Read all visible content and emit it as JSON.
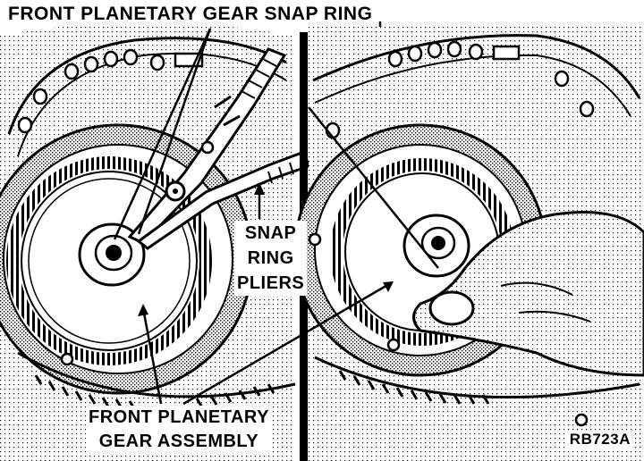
{
  "labels": {
    "title": "FRONT PLANETARY GEAR SNAP RING",
    "pliers_line1": "SNAP",
    "pliers_line2": "RING",
    "pliers_line3": "PLIERS",
    "assembly_line1": "FRONT PLANETARY",
    "assembly_line2": "GEAR ASSEMBLY",
    "figure_code": "RB723A"
  },
  "colors": {
    "ink": "#000000",
    "paper": "#ffffff",
    "shade": "#bdbdbd"
  }
}
